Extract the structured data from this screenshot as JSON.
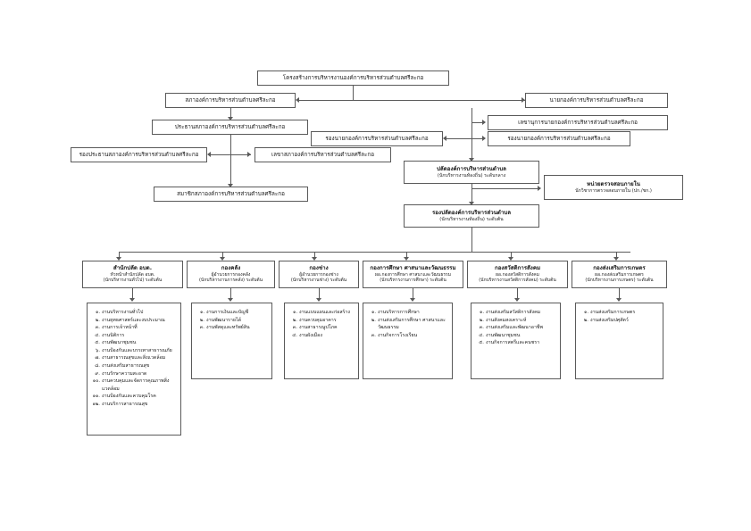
{
  "title": "โครงสร้างการบริหารงานองค์การบริหารส่วนตำบลศรีละกอ",
  "council": {
    "assembly": "สภาองค์การบริหารส่วนตำบลศรีละกอ",
    "chairman": "ประธานสภาองค์การบริหารส่วนตำบลศรีละกอ",
    "vice_chairman": "รองประธานสภาองค์การบริหารส่วนตำบลศรีละกอ",
    "secretary": "เลขาสภาองค์การบริหารส่วนตำบลศรีละกอ",
    "members": "สมาชิกสภาองค์การบริหารส่วนตำบลศรีละกอ"
  },
  "executive": {
    "mayor": "นายกองค์การบริหารส่วนตำบลศรีละกอ",
    "mayor_secretary": "เลขานุการนายกองค์การบริหารส่วนตำบลศรีละกอ",
    "deputy_mayor": "รองนายกองค์การบริหารส่วนตำบลศรีละกอ"
  },
  "clerk": {
    "chief_title": "ปลัดองค์การบริหารส่วนตำบล",
    "chief_sub": "(นักบริหารงานท้องถิ่น) ระดับกลาง",
    "deputy_title": "รองปลัดองค์การบริหารส่วนตำบล",
    "deputy_sub": "(นักบริหารงานท้องถิ่น) ระดับต้น"
  },
  "audit": {
    "title": "หน่วยตรวจสอบภายใน",
    "sub": "นักวิชาการตรวจสอบภายใน (ปก./ชก.)"
  },
  "departments": [
    {
      "name": "สำนักปลัด อบต.",
      "head": "หัวหน้าสำนักปลัด อบต.",
      "level": "(นักบริหารงานทั่วไป) ระดับต้น",
      "tasks": [
        {
          "num": "๑.",
          "text": "งานบริหารงานทั่วไป"
        },
        {
          "num": "๒.",
          "text": "งานยุทธศาสตร์และงบประมาณ"
        },
        {
          "num": "๓.",
          "text": "งานการเจ้าหน้าที่"
        },
        {
          "num": "๔.",
          "text": "งานนิติการ"
        },
        {
          "num": "๕.",
          "text": "งานพัฒนาชุมชน"
        },
        {
          "num": "๖.",
          "text": "งานป้องกันและบรรเทาสาธารณภัย"
        },
        {
          "num": "๗.",
          "text": "งานสาธารณสุขและสิ่งแวดล้อม"
        },
        {
          "num": "๘.",
          "text": "งานส่งเสริมสาธารณสุข"
        },
        {
          "num": "๙.",
          "text": "งานรักษาความสะอาด"
        },
        {
          "num": "๑๐.",
          "text": "งานควบคุมและจัดการคุณภาพสิ่งแวดล้อม"
        },
        {
          "num": "๑๑.",
          "text": "งานป้องกันและควบคุมโรค"
        },
        {
          "num": "๑๒.",
          "text": "งานบริการสาธารณสุข"
        }
      ]
    },
    {
      "name": "กองคลัง",
      "head": "ผู้อำนวยการกองคลัง",
      "level": "(นักบริหารงานการคลัง) ระดับต้น",
      "tasks": [
        {
          "num": "๑.",
          "text": "งานการเงินและบัญชี"
        },
        {
          "num": "๒.",
          "text": "งานพัฒนารายได้"
        },
        {
          "num": "๓.",
          "text": "งานพัสดุและทรัพย์สิน"
        }
      ]
    },
    {
      "name": "กองช่าง",
      "head": "ผู้อำนวยการกองช่าง",
      "level": "(นักบริหารงานช่าง) ระดับต้น",
      "tasks": [
        {
          "num": "๑.",
          "text": "งานแบบแผนและก่อสร้าง"
        },
        {
          "num": "๒.",
          "text": "งานควบคุมอาคาร"
        },
        {
          "num": "๓.",
          "text": "งานสาธารณูปโภค"
        },
        {
          "num": "๔.",
          "text": "งานผังเมือง"
        }
      ]
    },
    {
      "name": "กองการศึกษา ศาสนาและวัฒนธรรม",
      "head": "ผอ.กองการศึกษา ศาสนาและวัฒนธรรม",
      "level": "(นักบริหารงานการศึกษา) ระดับต้น",
      "tasks": [
        {
          "num": "๑.",
          "text": "งานบริหารการศึกษา"
        },
        {
          "num": "๒.",
          "text": "งานส่งเสริมการศึกษา ศาสนาและวัฒนธรรม"
        },
        {
          "num": "๓.",
          "text": "งานกิจการโรงเรียน"
        }
      ]
    },
    {
      "name": "กองสวัสดิการสังคม",
      "head": "ผอ.กองสวัสดิการสังคม",
      "level": "(นักบริหารงานสวัสดิการสังคม) ระดับต้น",
      "tasks": [
        {
          "num": "๑.",
          "text": "งานส่งเสริมสวัสดิการสังคม"
        },
        {
          "num": "๒.",
          "text": "งานสังคมสงเคราะห์"
        },
        {
          "num": "๓.",
          "text": "งานส่งเสริมและพัฒนาอาชีพ"
        },
        {
          "num": "๔.",
          "text": "งานพัฒนาชุมชน"
        },
        {
          "num": "๕.",
          "text": "งานกิจการสตรีและคนชรา"
        }
      ]
    },
    {
      "name": "กองส่งเสริมการเกษตร",
      "head": "ผอ.กองส่งเสริมการเกษตร",
      "level": "(นักบริหารงานการเกษตร) ระดับต้น",
      "tasks": [
        {
          "num": "๑.",
          "text": "งานส่งเสริมการเกษตร"
        },
        {
          "num": "๒.",
          "text": "งานส่งเสริมปศุสัตว์"
        }
      ]
    }
  ]
}
